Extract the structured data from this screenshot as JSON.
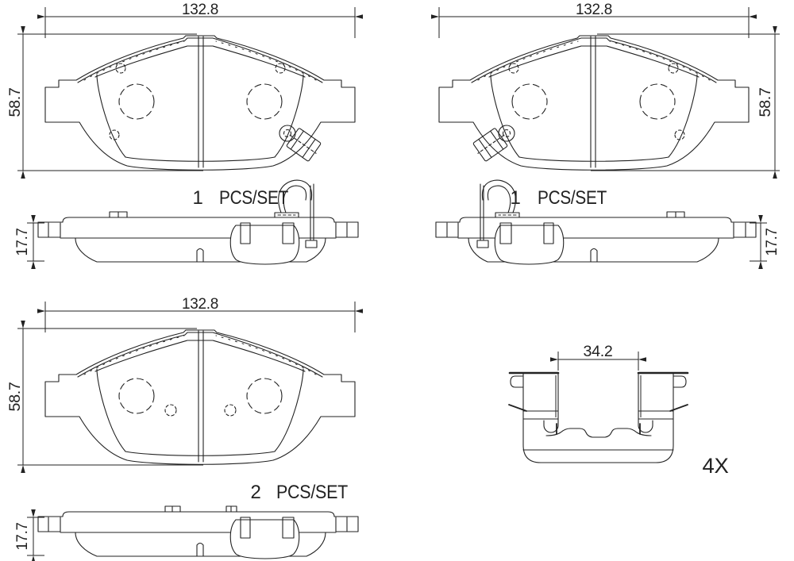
{
  "drawing": {
    "background": "#ffffff",
    "line_color": "#222222",
    "views": {
      "outer_pad_left": {
        "width_dim": "132.8",
        "height_dim": "58.7",
        "qty": "1",
        "qty_unit": "PCS/SET"
      },
      "outer_pad_right": {
        "width_dim": "132.8",
        "height_dim": "58.7",
        "qty": "1",
        "qty_unit": "PCS/SET"
      },
      "inner_pad": {
        "width_dim": "132.8",
        "height_dim": "58.7",
        "qty": "2",
        "qty_unit": "PCS/SET"
      },
      "side_view_outer_left": {
        "thickness_dim": "17.7"
      },
      "side_view_outer_right": {
        "thickness_dim": "17.7"
      },
      "side_view_inner": {
        "thickness_dim": "17.7"
      },
      "abutment_clip": {
        "opening_dim": "34.2",
        "qty": "4X"
      }
    }
  }
}
